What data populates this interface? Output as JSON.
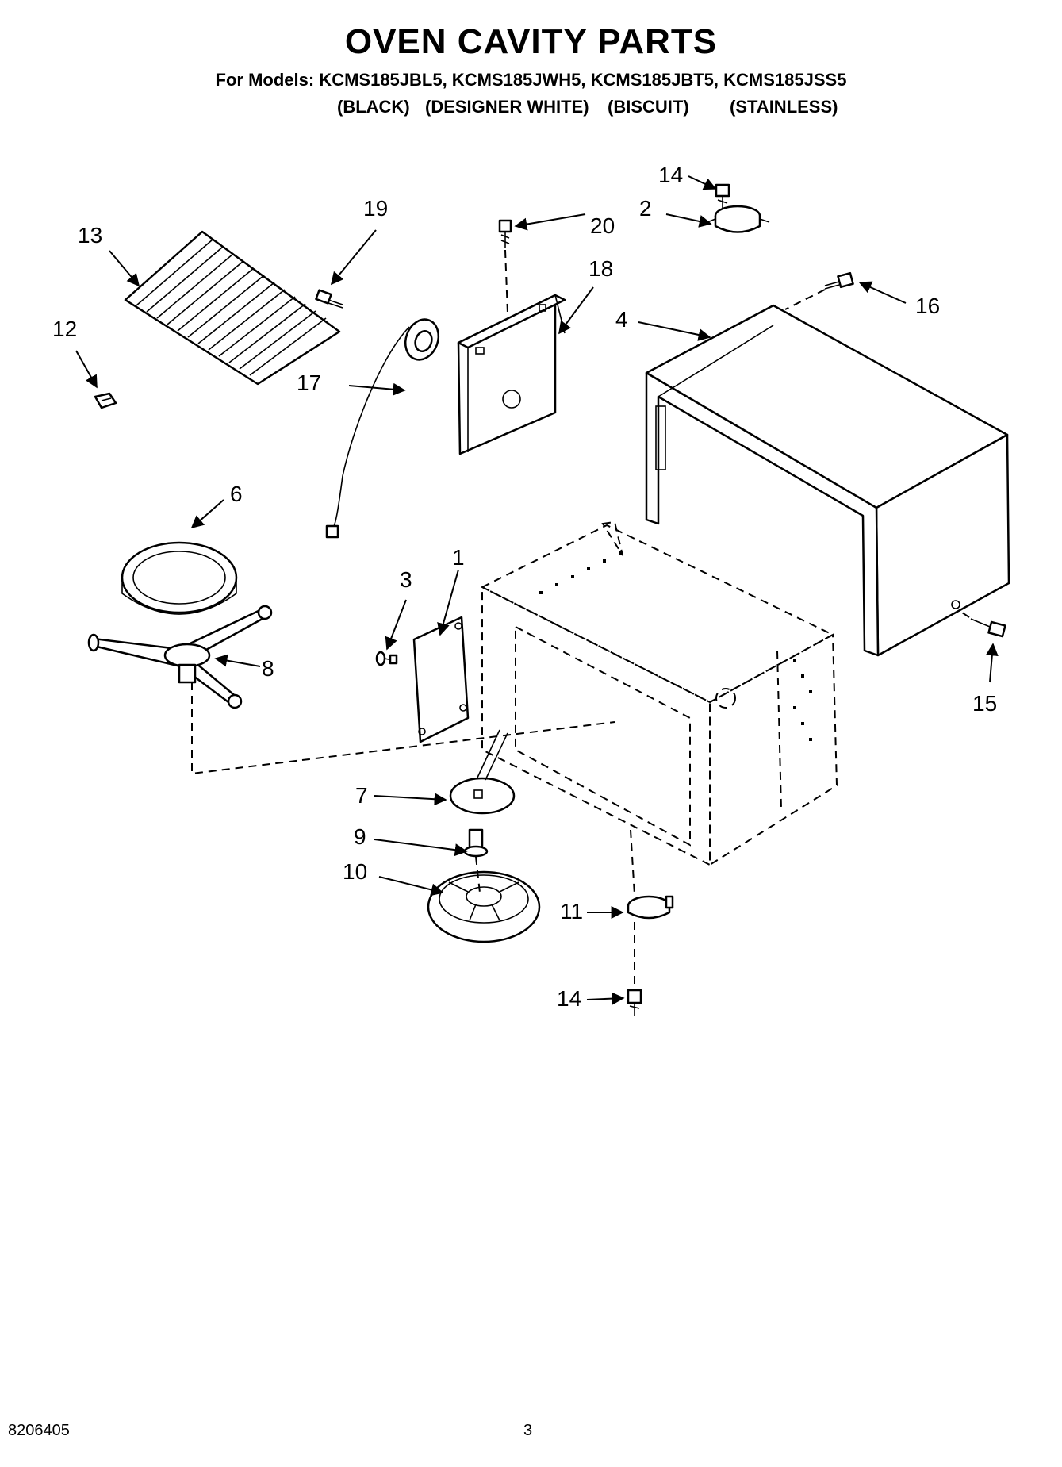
{
  "header": {
    "title": "OVEN CAVITY PARTS",
    "models_line": "For Models: KCMS185JBL5, KCMS185JWH5, KCMS185JBT5, KCMS185JSS5",
    "colors": [
      "(BLACK)",
      "(DESIGNER WHITE)",
      "(BISCUIT)",
      "(STAINLESS)"
    ]
  },
  "callouts": {
    "c1": "1",
    "c2": "2",
    "c3": "3",
    "c4": "4",
    "c6": "6",
    "c7": "7",
    "c8": "8",
    "c9": "9",
    "c10": "10",
    "c11": "11",
    "c12": "12",
    "c13": "13",
    "c14a": "14",
    "c14b": "14",
    "c15": "15",
    "c16": "16",
    "c17": "17",
    "c18": "18",
    "c19": "19",
    "c20": "20"
  },
  "footer": {
    "doc_number": "8206405",
    "page_number": "3"
  }
}
